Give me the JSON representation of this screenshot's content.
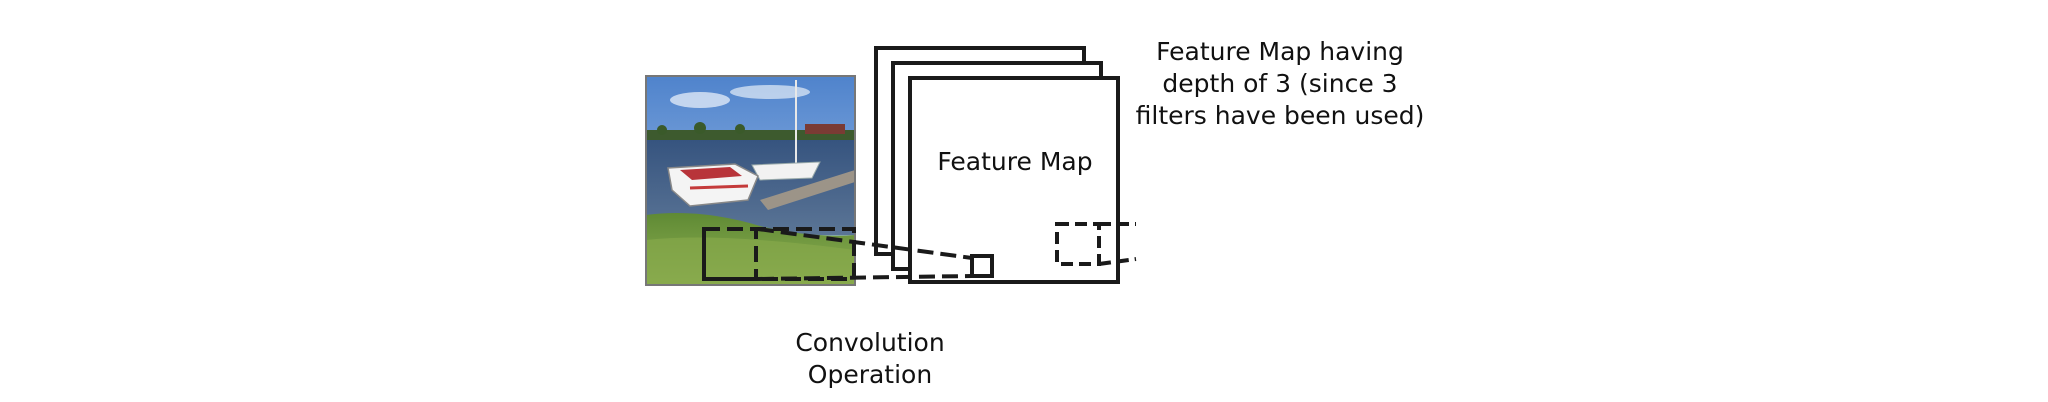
{
  "labels": {
    "feature_map": "Feature Map",
    "depth_note": [
      "Feature Map having",
      "depth of 3 (since 3",
      "filters have been used)"
    ],
    "convolution": [
      "Convolution",
      "Operation"
    ]
  },
  "icons": {
    "input_image": "boat-photo-icon"
  },
  "colors": {
    "stroke": "#1a1a1a",
    "sky": "#5f8fd0",
    "water": "#3f5f8c",
    "grass": "#6f9a3c",
    "text": "#111111"
  }
}
